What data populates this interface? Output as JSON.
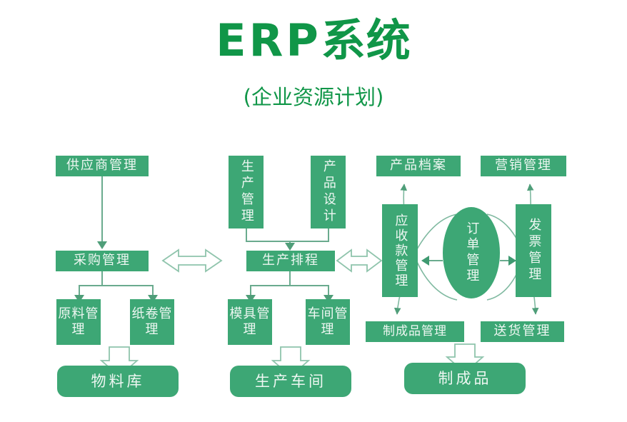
{
  "header": {
    "title_latin": "ERP",
    "title_cjk": "系统",
    "subtitle": "(企业资源计划)",
    "title_color": "#109648"
  },
  "theme": {
    "box_fill": "#3da775",
    "box_text": "#eef7f2",
    "line_color": "#6aab8e",
    "outline_arrow_stroke": "#8fc4ac",
    "background": "#ffffff"
  },
  "diagram": {
    "columns": {
      "procurement": {
        "supplier_management": "供应商管理",
        "purchase_management": "采购管理",
        "raw_material_management": "原料管理",
        "paper_roll_management": "纸卷管理",
        "material_warehouse": "物料库"
      },
      "production": {
        "production_management": "生产管理",
        "product_design": "产品设计",
        "production_scheduling": "生产排程",
        "mold_management": "模具管理",
        "workshop_management": "车间管理",
        "production_workshop": "生产车间"
      },
      "sales": {
        "product_archive": "产品档案",
        "marketing_management": "营销管理",
        "receivables_management": "应收款管理",
        "order_management": "订单管理",
        "invoice_management": "发票管理",
        "finished_goods_management": "制成品管理",
        "delivery_management": "送货管理",
        "finished_goods": "制成品"
      }
    },
    "connectors": [
      {
        "name": "supplier-to-purchase",
        "type": "solid-arrow",
        "direction": "down"
      },
      {
        "name": "purchase-to-raw-material",
        "type": "solid-arrow",
        "direction": "down"
      },
      {
        "name": "purchase-to-paper-roll",
        "type": "solid-arrow",
        "direction": "down"
      },
      {
        "name": "raw-paper-to-material-warehouse",
        "type": "outline-block-arrow",
        "direction": "down"
      },
      {
        "name": "production-mgmt-to-scheduling",
        "type": "solid-arrow",
        "direction": "down"
      },
      {
        "name": "product-design-to-scheduling",
        "type": "solid-arrow",
        "direction": "down"
      },
      {
        "name": "scheduling-to-mold",
        "type": "solid-arrow",
        "direction": "down"
      },
      {
        "name": "scheduling-to-workshop",
        "type": "solid-arrow",
        "direction": "down"
      },
      {
        "name": "mold-workshop-to-production-workshop",
        "type": "outline-block-arrow",
        "direction": "down"
      },
      {
        "name": "purchase-to-scheduling",
        "type": "outline-double-arrow",
        "direction": "horizontal"
      },
      {
        "name": "scheduling-to-receivables",
        "type": "outline-double-arrow",
        "direction": "horizontal"
      },
      {
        "name": "order-to-receivables",
        "type": "solid-arrow",
        "direction": "left"
      },
      {
        "name": "order-to-invoice",
        "type": "solid-arrow",
        "direction": "right"
      },
      {
        "name": "order-to-product-archive",
        "type": "curved-arrow",
        "direction": "up-left"
      },
      {
        "name": "order-to-marketing",
        "type": "curved-arrow",
        "direction": "up-right"
      },
      {
        "name": "order-to-finished-goods-mgmt",
        "type": "curved-arrow",
        "direction": "down-left"
      },
      {
        "name": "order-to-delivery",
        "type": "curved-arrow",
        "direction": "down-right"
      },
      {
        "name": "finished-delivery-to-finished-goods",
        "type": "outline-block-arrow",
        "direction": "down"
      }
    ]
  }
}
